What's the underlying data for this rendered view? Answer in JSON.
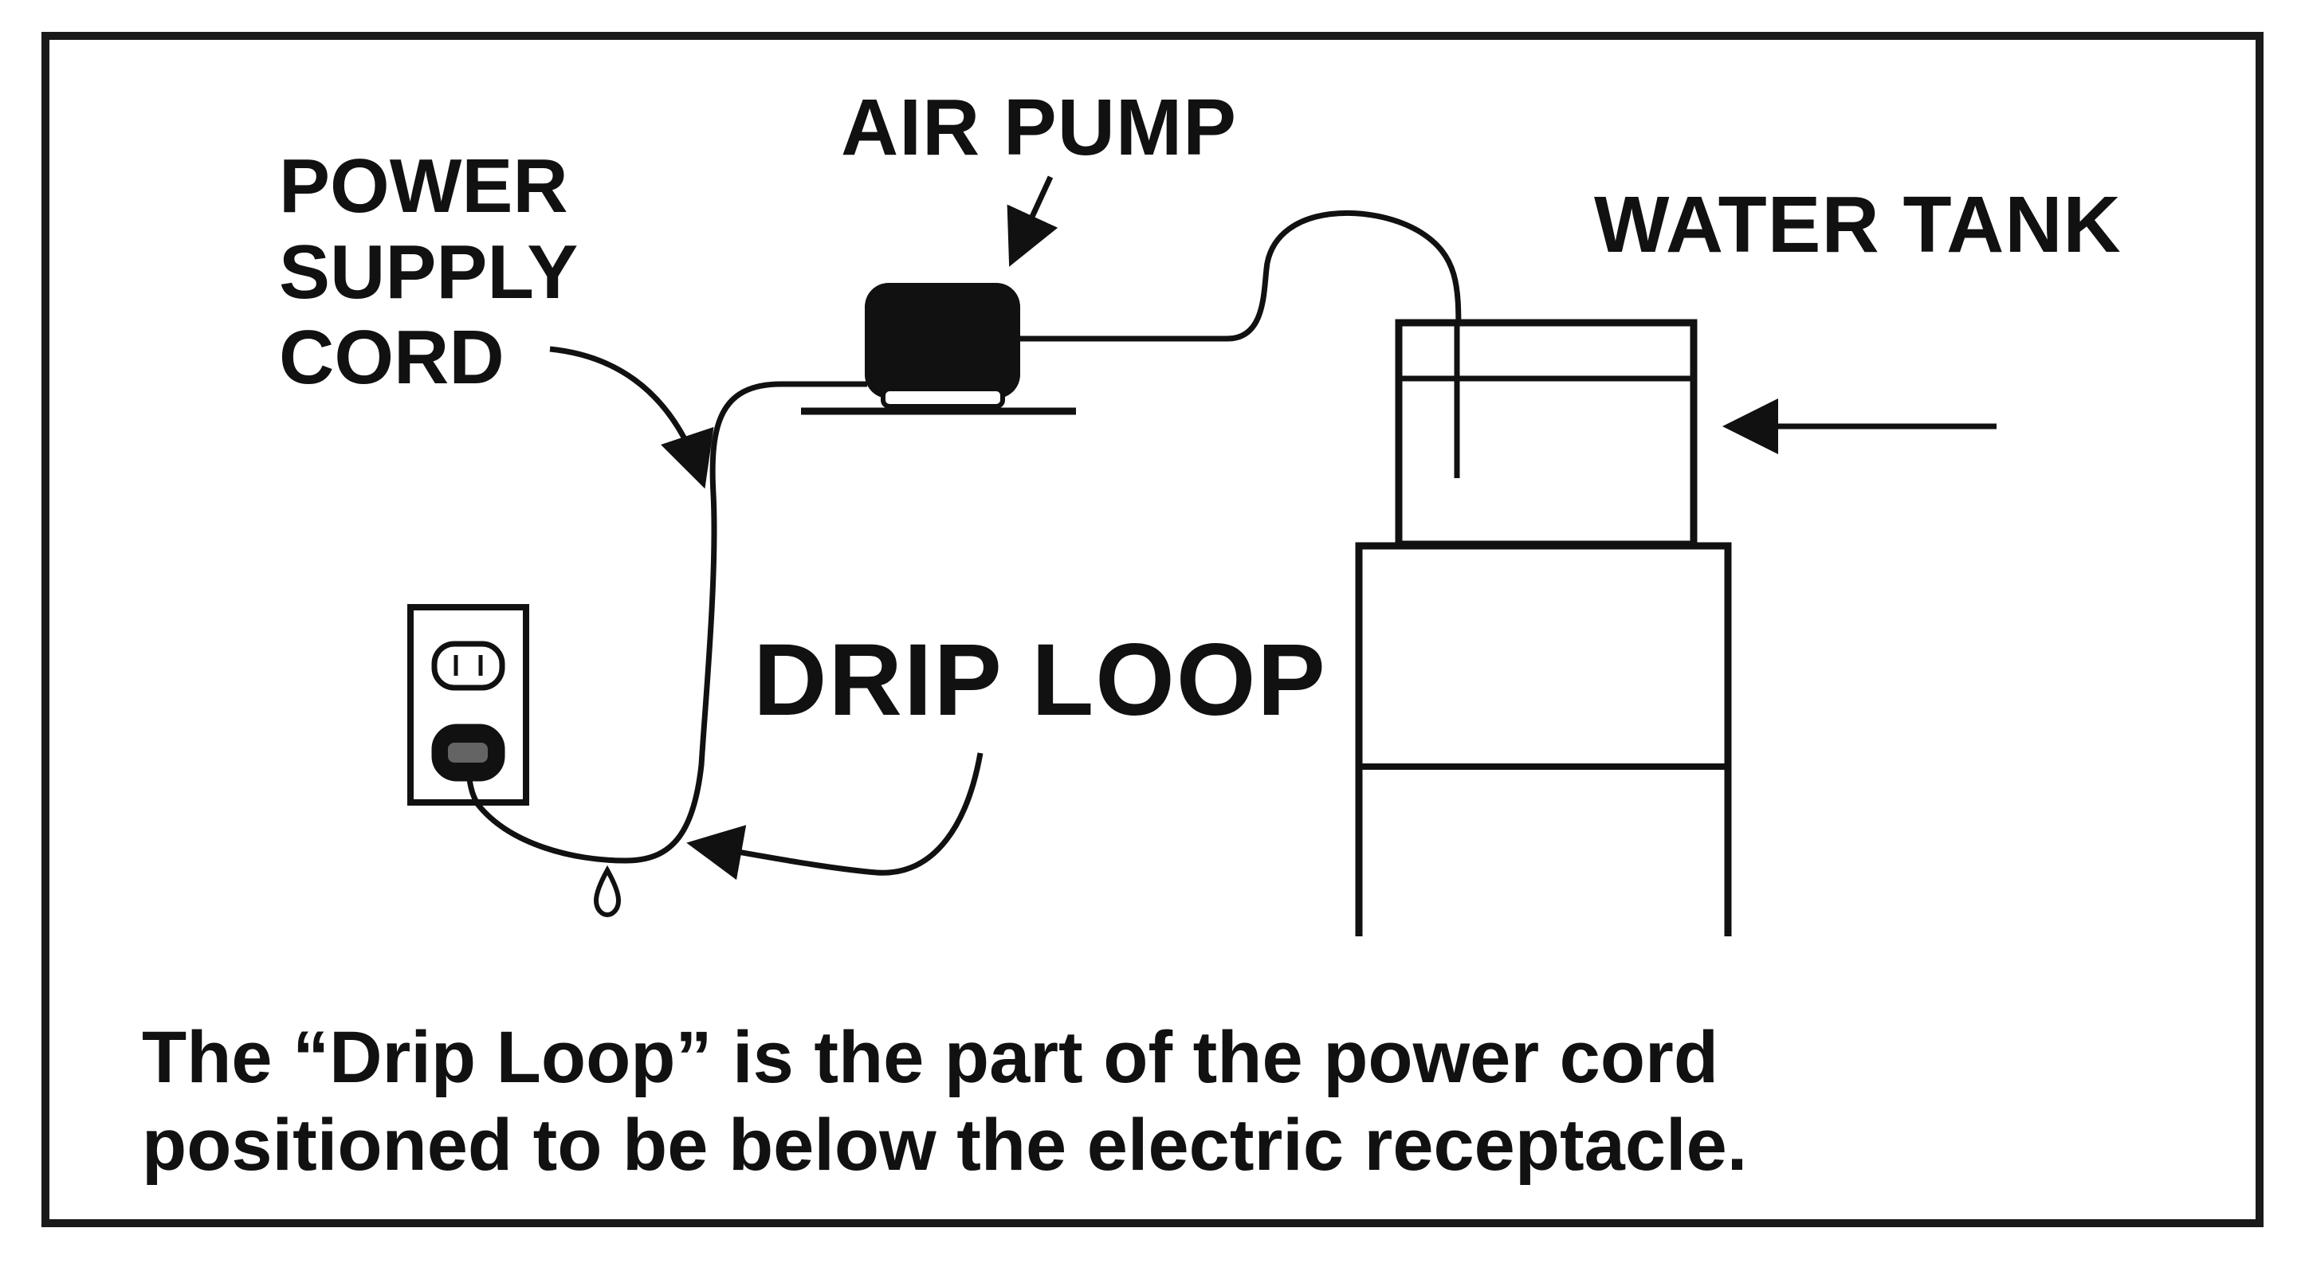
{
  "labels": {
    "air_pump": "AIR PUMP",
    "water_tank": "WATER TANK",
    "power_cord": [
      "POWER",
      "SUPPLY",
      "CORD"
    ],
    "drip_loop": "DRIP LOOP"
  },
  "caption": {
    "line1": "The “Drip Loop” is the part of the power cord",
    "line2": "positioned to be below the electric receptacle."
  },
  "colors": {
    "ink": "#111111",
    "background": "#ffffff"
  }
}
